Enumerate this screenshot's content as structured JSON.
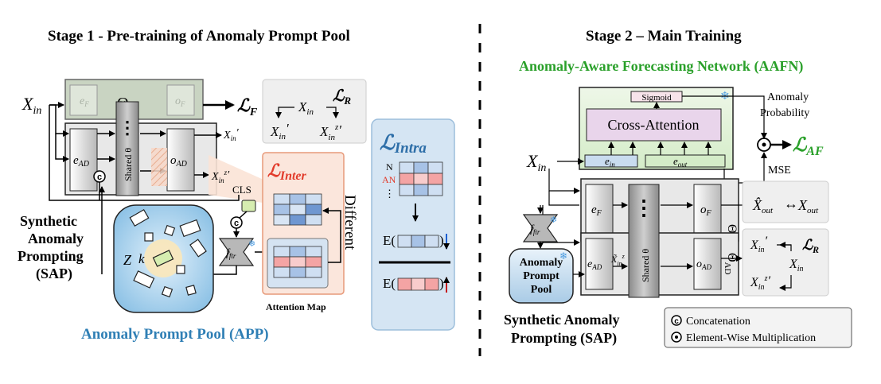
{
  "stage1": {
    "title": "Stage 1 - Pre-training of Anomaly Prompt Pool",
    "x_in": "X",
    "x_in_sub": "in",
    "theta_f": "Θ",
    "theta_f_sub": "F",
    "loss_f": "ℒ",
    "loss_f_sub": "F",
    "e_f": "e",
    "e_f_sub": "F",
    "o_f": "o",
    "o_f_sub": "F",
    "e_ad": "e",
    "e_ad_sub": "AD",
    "o_ad": "o",
    "o_ad_sub": "AD",
    "shared_theta": "Shared θ",
    "dots": "⋮",
    "x_in_prime": "X",
    "x_in_prime_sub": "in",
    "x_in_prime_mark": "′",
    "x_in_z": "X",
    "x_in_z_sub": "in",
    "x_in_z_sup": "z",
    "x_in_z_mark": "′",
    "concat": "c",
    "cls": "CLS",
    "f_ftr": "f",
    "f_ftr_sub": "ftr",
    "sap_line1": "Synthetic",
    "sap_line2": "Anomaly",
    "sap_line3": "Prompting",
    "sap_line4": "(SAP)",
    "z_label": "Z",
    "k_label": "k",
    "app_label": "Anomaly Prompt Pool (APP)"
  },
  "loss_r_box": {
    "loss": "ℒ",
    "loss_sub": "R",
    "x_in": "X",
    "x_in_sub": "in",
    "x_in_prime": "X",
    "x_in_prime_sub": "in",
    "x_in_prime_mark": "′",
    "x_in_z": "X",
    "x_in_z_sub": "in",
    "x_in_z_sup": "z",
    "x_in_z_mark": "′"
  },
  "inter": {
    "loss": "ℒ",
    "loss_sub": "Inter",
    "attention_map": "Attention Map",
    "different": "Different"
  },
  "intra": {
    "loss": "ℒ",
    "loss_sub": "Intra",
    "n": "N",
    "an": "AN",
    "dots": "⋮",
    "e_label": "E(",
    "close": ")"
  },
  "stage2": {
    "title": "Stage 2 – Main Training",
    "aafn": "Anomaly-Aware Forecasting Network (AAFN)",
    "sigmoid": "Sigmoid",
    "cross_attention": "Cross-Attention",
    "e_in": "e",
    "e_in_sub": "in",
    "e_out": "e",
    "e_out_sub": "out",
    "anomaly_prob_line1": "Anomaly",
    "anomaly_prob_line2": "Probability",
    "loss_af": "ℒ",
    "loss_af_sub": "AF",
    "mse": "MSE",
    "x_in": "X",
    "x_in_sub": "in",
    "e_f": "e",
    "e_f_sub": "F",
    "o_f": "o",
    "o_f_sub": "F",
    "theta_f": "Θ",
    "theta_f_sub": "F",
    "e_ad": "e",
    "e_ad_sub": "AD",
    "o_ad": "o",
    "o_ad_sub": "AD",
    "theta_ad": "Θ",
    "theta_ad_sub": "AD",
    "x_tilde": "X̃",
    "x_tilde_sub": "in",
    "x_tilde_sup": "z",
    "shared_theta": "Shared θ",
    "dots": "⋮",
    "x_out_hat": "X̂",
    "x_out_hat_sub": "out",
    "x_out": "X",
    "x_out_sub": "out",
    "f_ftr": "f",
    "f_ftr_sub": "ftr",
    "pool_line1": "Anomaly",
    "pool_line2": "Prompt",
    "pool_line3": "Pool",
    "loss_r": "ℒ",
    "loss_r_sub": "R",
    "r_x_in": "X",
    "r_x_in_sub": "in",
    "r_x_in_prime": "X",
    "r_x_in_prime_sub": "in",
    "r_x_in_prime_mark": "′",
    "r_x_in_z": "X",
    "r_x_in_z_sub": "in",
    "r_x_in_z_sup": "z",
    "r_x_in_z_mark": "′",
    "sap_line1": "Synthetic Anomaly",
    "sap_line2": "Prompting (SAP)",
    "legend_concat_symbol": "c",
    "legend_concat": "Concatenation",
    "legend_mult": "Element-Wise Multiplication"
  },
  "colors": {
    "green_title": "#2aa02a",
    "blue_title": "#2f7fb5",
    "red_loss": "#e23b2b",
    "intra_blue": "#2d6ea8",
    "snowflake": "#4a9be0"
  }
}
